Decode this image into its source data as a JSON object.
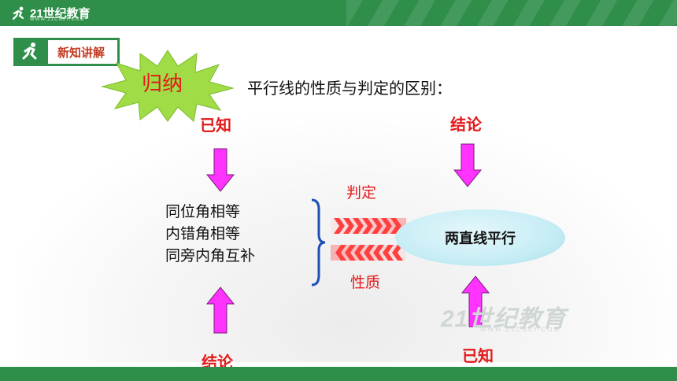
{
  "header": {
    "logo_text": "21世纪教育",
    "logo_subtext": "WWW.21CNJY.COM"
  },
  "section": {
    "label": "新知讲解"
  },
  "burst": {
    "text": "归纳"
  },
  "title": "平行线的性质与判定的区别：",
  "labels": {
    "top_left": "已知",
    "top_right": "结论",
    "bottom_left": "结论",
    "bottom_right": "已知",
    "judge": "判定",
    "property": "性质"
  },
  "conditions": [
    "同位角相等",
    "内错角相等",
    "同旁内角互补"
  ],
  "ellipse_text": "两直线平行",
  "watermark": {
    "text": "21世纪教育",
    "subtext": "WWW.21CNJY.COM"
  },
  "colors": {
    "brand_green": "#2f8f4a",
    "red": "#e3191a",
    "magenta": "#ff33ff",
    "brace_blue": "#1f4fb5",
    "burst_green": "#9fdc45"
  }
}
